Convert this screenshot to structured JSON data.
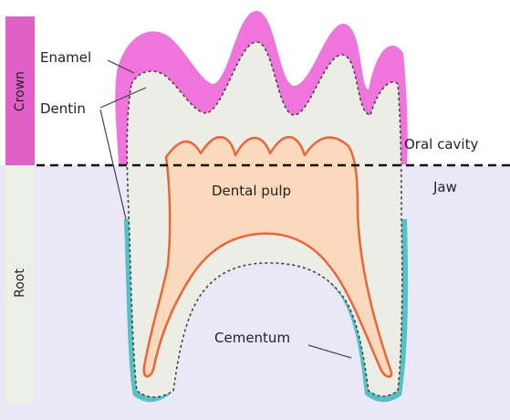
{
  "diagram": {
    "labels": {
      "crown": "Crown",
      "root": "Root",
      "enamel": "Enamel",
      "dentin": "Dentin",
      "oral_cavity": "Oral cavity",
      "jaw": "Jaw",
      "dental_pulp": "Dental pulp",
      "cementum": "Cementum"
    },
    "colors": {
      "crown_bar": "#e060c8",
      "root_bar": "#ecefe6",
      "jaw_region": "#eae7f6",
      "enamel": "#ef74dc",
      "dentin": "#ecede4",
      "pulp_fill": "#fbd9bc",
      "pulp_line": "#e8663a",
      "cementum": "#55c0c6",
      "dotted_outline": "#444444",
      "gum_line": "#111111",
      "leader": "#444444",
      "text": "#222222"
    }
  }
}
